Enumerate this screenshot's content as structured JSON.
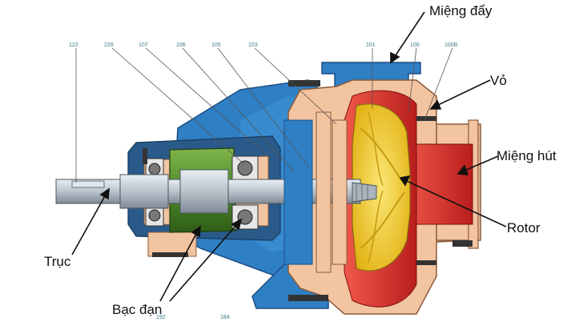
{
  "labels": {
    "mieng_day": "Miệng đẩy",
    "vo": "Vỏ",
    "mieng_hut": "Miệng hút",
    "rotor": "Rotor",
    "truc": "Trục",
    "bac_dan": "Bạc đạn"
  },
  "part_numbers": {
    "n122": "122",
    "n228": "228",
    "n107": "107",
    "n106": "106",
    "n105": "105",
    "n103": "103",
    "n101": "101",
    "n100": "100",
    "n100b": "100B",
    "n184": "184",
    "n192": "192"
  },
  "colors": {
    "casing_blue": "#2f7fc4",
    "casing_dark": "#1d4f86",
    "flesh": "#f2c4a0",
    "impeller_yellow": "#f2cf2a",
    "volute_red": "#d8302a",
    "bearing_green": "#4f8a2a",
    "shaft_gray": "#b9c3cc"
  }
}
